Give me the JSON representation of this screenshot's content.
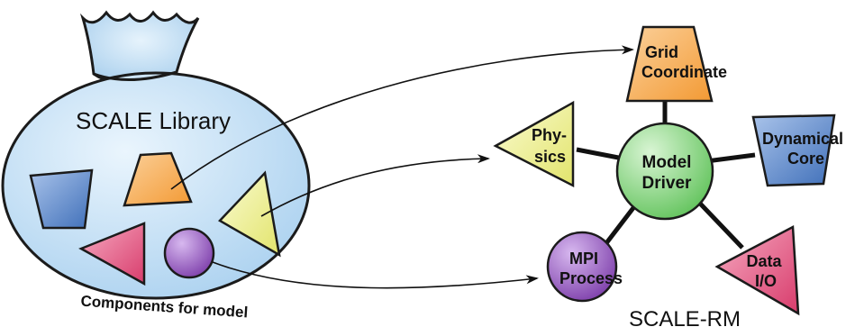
{
  "library": {
    "title": "SCALE Library",
    "caption": "Components for model"
  },
  "model": {
    "title": "SCALE-RM",
    "driver_line1": "Model",
    "driver_line2": "Driver",
    "grid_line1": "Grid",
    "grid_line2": "Coordinate",
    "physics_line1": "Phy-",
    "physics_line2": "sics",
    "dynamical_line1": "Dynamical",
    "dynamical_line2": "Core",
    "mpi_line1": "MPI",
    "mpi_line2": "Process",
    "data_line1": "Data",
    "data_line2": "I/O"
  },
  "colors": {
    "bag_fill": "#cfe6f8",
    "orange": "#f6a445",
    "blue": "#5b86c8",
    "pink": "#e2547f",
    "yellow": "#eef08a",
    "purple": "#8a4fb5",
    "green": "#7fd07a"
  }
}
